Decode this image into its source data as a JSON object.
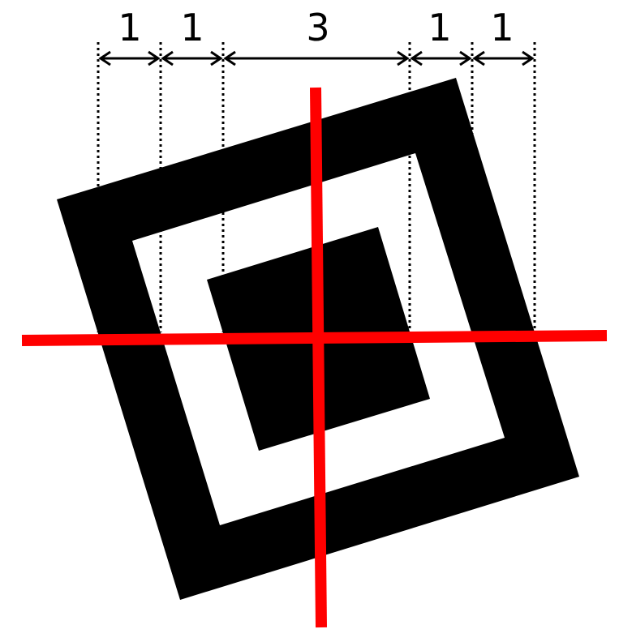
{
  "diagram": {
    "ratio_labels": [
      "1",
      "1",
      "3",
      "1",
      "1"
    ],
    "colors": {
      "square": "#000000",
      "gap": "#ffffff",
      "crosshair": "#ff0000",
      "guide": "#000000",
      "background": "#ffffff"
    }
  }
}
